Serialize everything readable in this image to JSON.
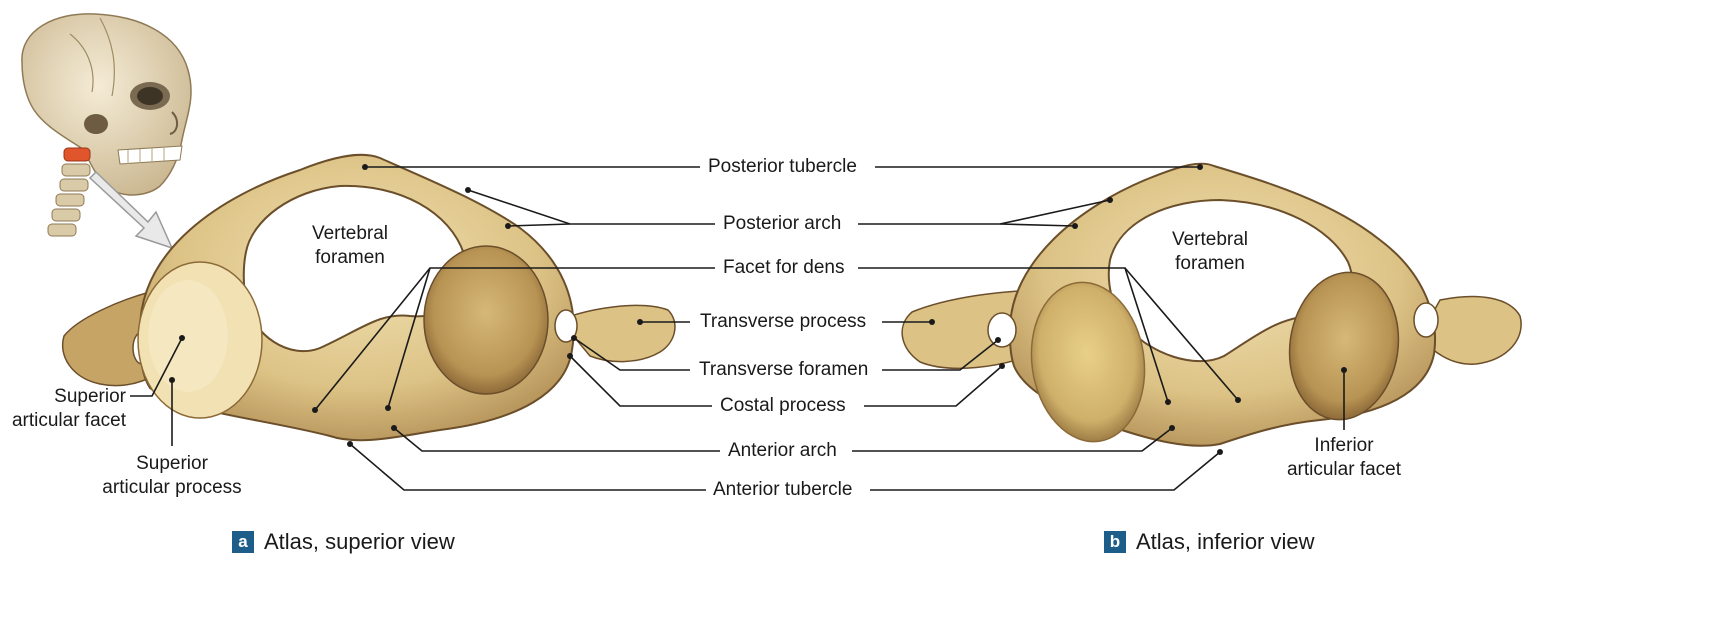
{
  "colors": {
    "bone_light": "#ecd9a6",
    "bone_mid": "#d9bd7c",
    "bone_dark": "#a9834a",
    "bone_shadow": "#6b4e2a",
    "line": "#1a1a1a",
    "caption_tag": "#1d5d8a",
    "vertebra_highlight": "#e0552b"
  },
  "labels": {
    "posterior_tubercle": "Posterior tubercle",
    "posterior_arch": "Posterior arch",
    "facet_for_dens": "Facet for dens",
    "transverse_process": "Transverse process",
    "transverse_foramen": "Transverse foramen",
    "costal_process": "Costal process",
    "anterior_arch": "Anterior arch",
    "anterior_tubercle": "Anterior tubercle",
    "vertebral_foramen_a_line1": "Vertebral",
    "vertebral_foramen_a_line2": "foramen",
    "vertebral_foramen_b_line1": "Vertebral",
    "vertebral_foramen_b_line2": "foramen",
    "superior_articular_facet_line1": "Superior",
    "superior_articular_facet_line2": "articular facet",
    "superior_articular_process_line1": "Superior",
    "superior_articular_process_line2": "articular process",
    "inferior_articular_facet_line1": "Inferior",
    "inferior_articular_facet_line2": "articular facet"
  },
  "captions": {
    "a": {
      "tag": "a",
      "text": "Atlas, superior view"
    },
    "b": {
      "tag": "b",
      "text": "Atlas, inferior view"
    }
  },
  "icons": {
    "skull_inset": "skull-icon",
    "view_arrow": "arrow-icon"
  }
}
